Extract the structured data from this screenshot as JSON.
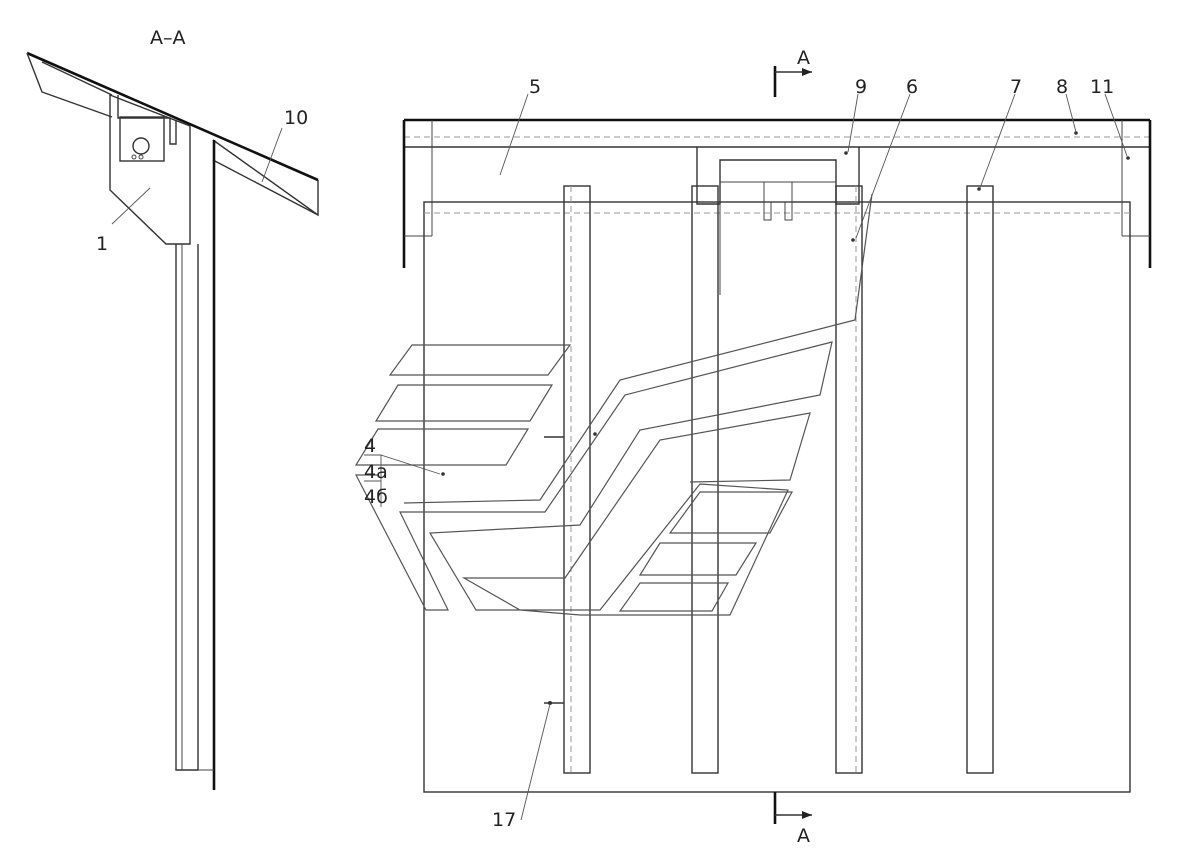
{
  "section_title": "А–А",
  "cut_marks": {
    "top": "А",
    "bottom": "А"
  },
  "callouts": {
    "c1": "1",
    "c10": "10",
    "c5": "5",
    "c9": "9",
    "c6": "6",
    "c7": "7",
    "c8": "8",
    "c11": "11",
    "c4": "4",
    "c4a": "4а",
    "c4b": "4б",
    "c17": "17"
  }
}
